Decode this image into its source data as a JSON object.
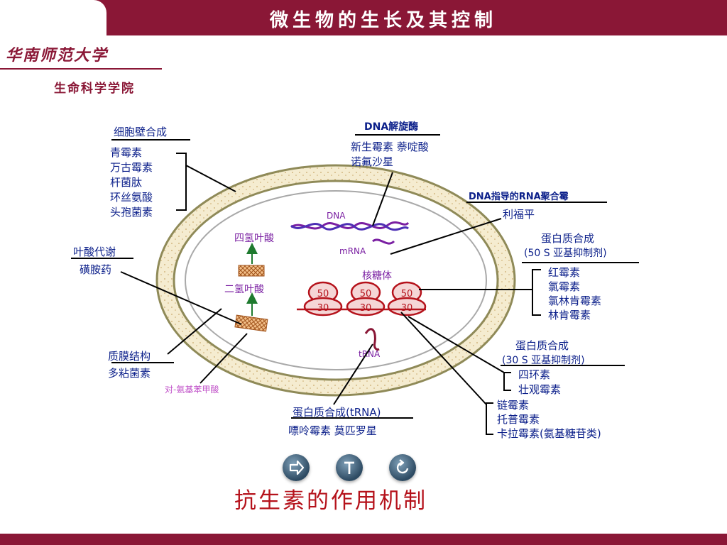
{
  "header": {
    "title": "微生物的生长及其控制",
    "university": "华南师范大学",
    "school": "生命科学学院"
  },
  "diagram": {
    "cell_wall": {
      "title": "细胞壁合成",
      "items": [
        "青霉素",
        "万古霉素",
        "杆菌肽",
        "环丝氨酸",
        "头孢菌素"
      ]
    },
    "dna_helicase": {
      "title": "DNA解旋酶",
      "items": [
        "新生霉素 萘啶酸",
        "诺氟沙星"
      ]
    },
    "rna_pol": {
      "title": "DNA指导的RNA聚合霉",
      "items": [
        "利福平"
      ]
    },
    "protein_50s": {
      "title": "蛋白质合成",
      "subtitle": "(50 S 亚基抑制剂)",
      "items": [
        "红霉素",
        "氯霉素",
        "氯林肯霉素",
        "林肯霉素"
      ]
    },
    "protein_30s": {
      "title": "蛋白质合成",
      "subtitle": "(30 S 亚基抑制剂)",
      "items": [
        "四环素",
        "壮观霉素"
      ]
    },
    "aminoglycoside": {
      "items": [
        "链霉素",
        "托普霉素",
        "卡拉霉素(氨基糖苷类)"
      ]
    },
    "protein_trna": {
      "title": "蛋白质合成(tRNA)",
      "items": [
        "嘌呤霉素 莫匹罗星"
      ]
    },
    "folate": {
      "title": "叶酸代谢",
      "items": [
        "磺胺药"
      ]
    },
    "membrane": {
      "title": "质膜结构",
      "items": [
        "多粘菌素"
      ]
    },
    "inner": {
      "dna": "DNA",
      "mrna": "mRNA",
      "ribosome": "核糖体",
      "trna": "tRNA",
      "thf": "四氢叶酸",
      "dhf": "二氢叶酸",
      "paba": "对-氨基苯甲酸",
      "sub50": "50",
      "sub30": "30"
    }
  },
  "nav": {
    "next_icon": "arrow-right-icon",
    "menu_icon": "t-icon",
    "back_icon": "return-icon"
  },
  "caption": "抗生素的作用机制",
  "colors": {
    "brand": "#8a1736",
    "label_blue": "#0b1f8a",
    "purple": "#7a1fa2",
    "ribosome": "#b5121b",
    "caption": "#b5121b"
  }
}
